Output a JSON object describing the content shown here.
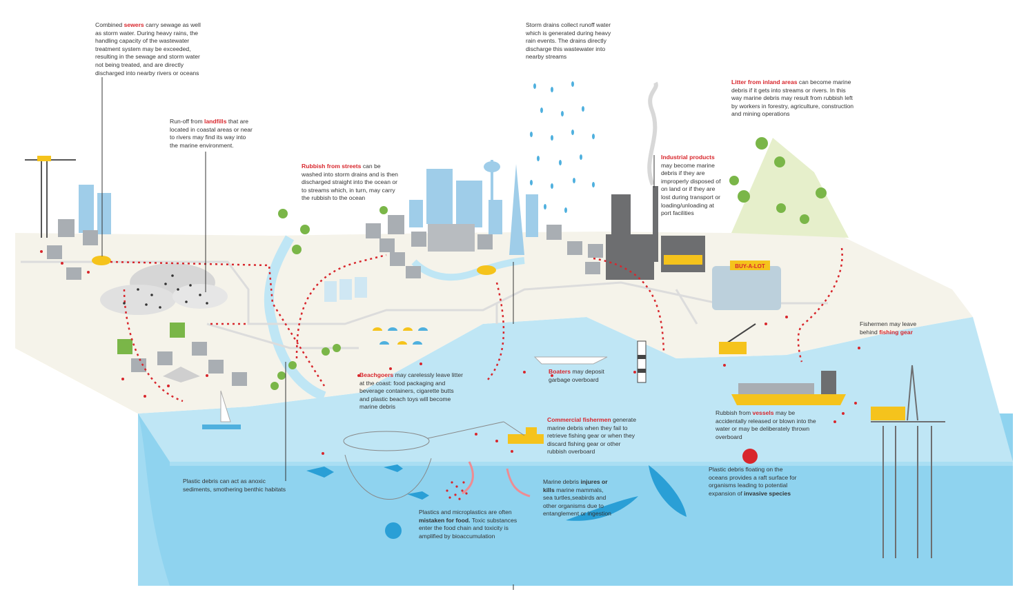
{
  "colors": {
    "highlight": "#d8262c",
    "sea_surface": "#bfe6f5",
    "sea_deep": "#8fd3ef",
    "land": "#f5f3ea",
    "cliff": "#efe3a4",
    "building": "#a9aeb3",
    "accent_yellow": "#f5c31c",
    "debris_red": "#d8262c"
  },
  "annotations": {
    "sewers": {
      "pre": "Combined ",
      "hl": "sewers",
      "post": " carry sewage as well as storm water. During heavy rains, the handling capacity of the wastewater treatment system may be exceeded, resulting in the sewage and storm water not being treated, and are directly discharged into nearby rivers or oceans"
    },
    "landfills": {
      "pre": "Run-off from ",
      "hl": "landfills",
      "post": " that are located in coastal areas or near to rivers may find its way into the marine environment."
    },
    "streets": {
      "hl": "Rubbish from streets",
      "post": " can be washed into storm drains and is then discharged straight into the ocean or to streams which, in turn, may carry the rubbish to the ocean"
    },
    "storm_drains": {
      "text": "Storm drains collect runoff water which is generated during heavy rain events. The drains directly discharge this wastewater into nearby streams"
    },
    "industrial": {
      "hl": "Industrial products",
      "post": " may become marine debris if they are improperly disposed of on land or if they are lost during transport or loading/unloading at port facilities"
    },
    "inland": {
      "hl": "Litter from inland areas",
      "post": " can become marine debris if it gets into streams or rivers. In this way marine debris may result from rubbish left by workers in forestry, agriculture, construction and mining operations"
    },
    "fishermen_leave": {
      "pre": "Fishermen may leave behind ",
      "hl": "fishing gear"
    },
    "beachgoers": {
      "hl": "Beachgoers",
      "post": " may carelessly leave litter at the coast: food packaging and beverage containers, cigarette butts and plastic beach toys will become marine debris"
    },
    "boaters": {
      "hl": "Boaters",
      "post": " may deposit garbage overboard"
    },
    "commercial": {
      "hl": "Commercial fishermen",
      "post": " generate marine debris when they fail to retrieve fishing gear or when they discard fishing gear or other rubbish overboard"
    },
    "vessels": {
      "pre": "Rubbish from ",
      "hl": "vessels",
      "post": " may be accidentally released or blown into the water or may be deliberately thrown overboard"
    },
    "anoxic": {
      "text": "Plastic debris can act as anoxic sediments, smothering benthic habitats"
    },
    "food": {
      "pre": "Plastics and microplastics are often ",
      "hl": "mistaken for food.",
      "post": " Toxic substances enter the food chain and toxicity is amplified by bioaccumulation"
    },
    "injures": {
      "pre": "Marine debris ",
      "bd": "injures or kills",
      "post": " marine mammals, sea turtles,seabirds and other organisms due to entanglement or ingestion"
    },
    "invasive": {
      "pre": "Plastic debris floating on the oceans provides a raft surface for organisms leading to potential expansion of ",
      "bd": "invasive species"
    }
  },
  "signs": {
    "mall": "BUY-A-LOT"
  }
}
